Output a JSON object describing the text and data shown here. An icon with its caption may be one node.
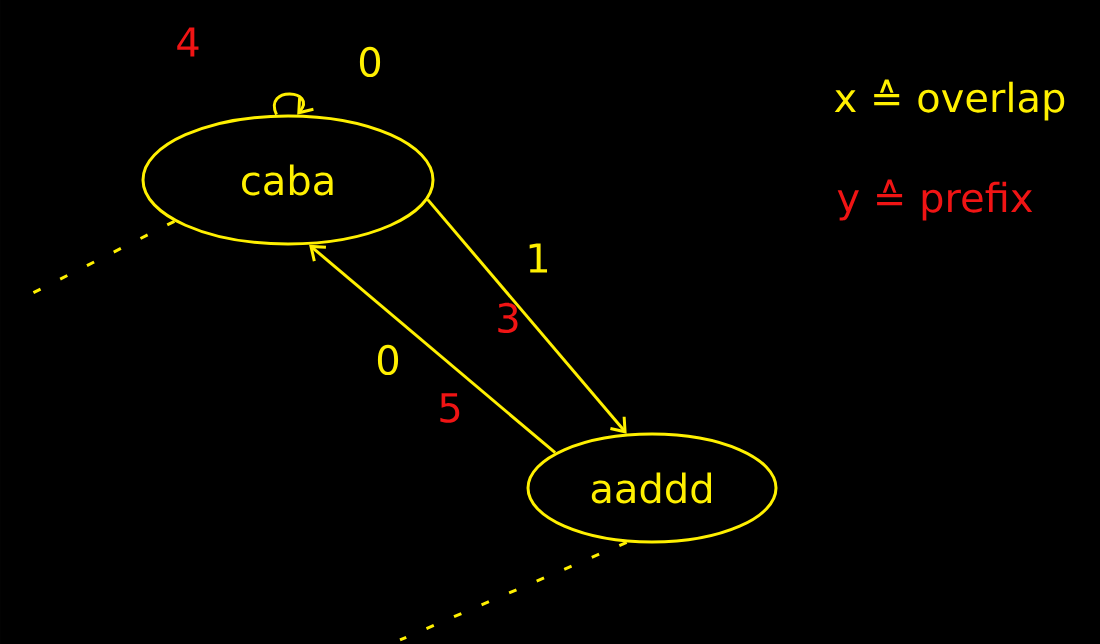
{
  "diagram": {
    "nodes": [
      {
        "text": [
          "caba"
        ]
      },
      {
        "text": [
          "aaddd"
        ]
      }
    ],
    "edges": [
      {
        "from": 0,
        "to": 0,
        "arrow": "to",
        "label": "0"
      },
      {
        "from": 0,
        "to": 1,
        "arrow": "to",
        "label": "1"
      },
      {
        "from": 1,
        "to": 0,
        "arrow": "to",
        "label": "0"
      },
      {
        "from": 0,
        "to": null,
        "arrow": "none",
        "style": "dashed"
      },
      {
        "from": 1,
        "to": null,
        "arrow": "none",
        "style": "dashed"
      }
    ],
    "labels": [
      "4",
      "3",
      "5",
      "x ≙ overlap",
      "y ≙ prefix"
    ]
  }
}
